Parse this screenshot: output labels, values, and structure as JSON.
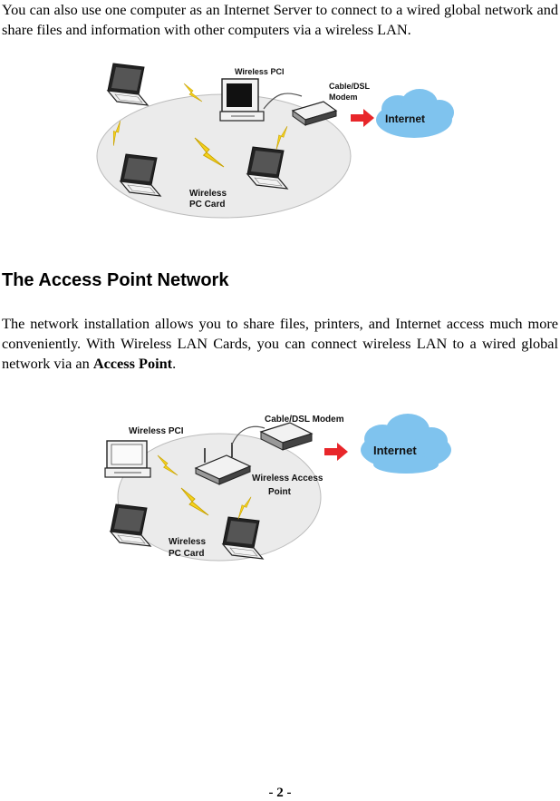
{
  "paragraph1": "You can also use one computer as an Internet Server to connect to a wired global network and share files and information with other computers via a wireless LAN.",
  "section_heading": "The Access Point Network",
  "paragraph2": {
    "text_before": "The network installation allows you to share files, printers, and Internet access much more conveniently.   With Wireless LAN Cards, you can connect wireless LAN to a wired global network via an ",
    "bold_text": "Access Point",
    "text_after": "."
  },
  "figure1": {
    "label_wireless_pci": "Wireless PCI",
    "label_modem_line1": "Cable/DSL",
    "label_modem_line2": "Modem",
    "label_internet": "Internet",
    "label_card_line1": "Wireless",
    "label_card_line2": "PC Card"
  },
  "figure2": {
    "label_wireless_pci": "Wireless PCI",
    "label_modem": "Cable/DSL Modem",
    "label_internet": "Internet",
    "label_ap_line1": "Wireless Access",
    "label_ap_line2": "Point",
    "label_card_line1": "Wireless",
    "label_card_line2": "PC Card"
  },
  "colors": {
    "ellipse_fill": "#ebebeb",
    "cloud_fill": "#7fc3ee",
    "arrow": "#e8262a",
    "lightning": "#f5d21e"
  },
  "page_number": "- 2 -"
}
